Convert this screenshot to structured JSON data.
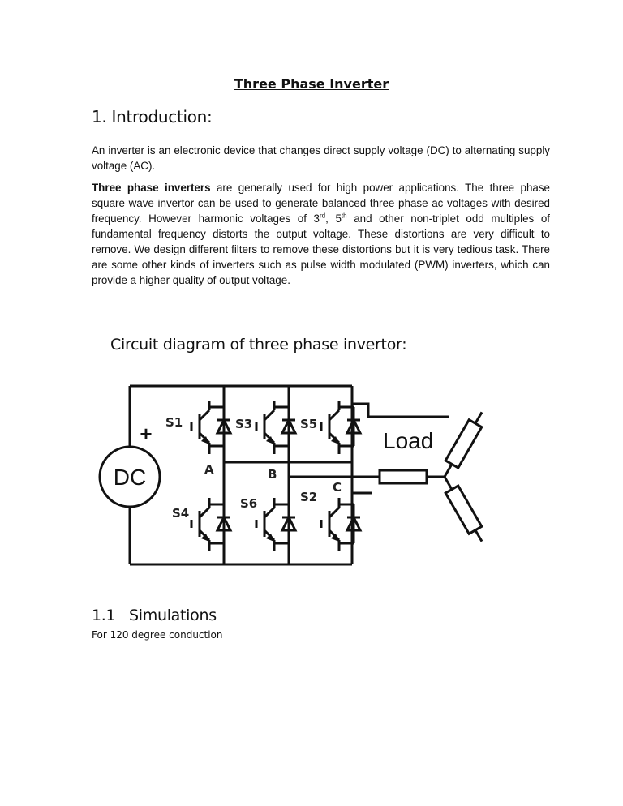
{
  "document": {
    "title": "Three Phase Inverter",
    "section1_heading": "1. Introduction:",
    "para1": "An inverter is an electronic device that changes direct supply voltage (DC) to alternating supply voltage (AC).",
    "para2_bold": "Three phase inverters",
    "para2_a": " are generally used for high power applications. The three phase square wave invertor can be used to generate balanced three phase ac voltages with desired frequency. However harmonic voltages of 3",
    "para2_sup1": "rd",
    "para2_b": ", 5",
    "para2_sup2": "th",
    "para2_c": " and other non-triplet odd multiples of fundamental frequency distorts the output voltage. These distortions are very difficult to remove. We design different filters to remove these distortions but it is very tedious task. There are some other kinds of inverters such as pulse width modulated (PWM) inverters, which can provide a higher quality of output voltage.",
    "circuit_heading": "Circuit diagram of three phase invertor:",
    "section11_number": "1.1",
    "section11_heading": "Simulations",
    "section11_text": "For 120 degree conduction"
  },
  "circuit": {
    "source_label": "DC",
    "plus_sign": "+",
    "load_label": "Load",
    "switch_labels": [
      "S1",
      "S3",
      "S5",
      "S4",
      "S6",
      "S2"
    ],
    "node_labels": [
      "A",
      "B",
      "C"
    ]
  }
}
